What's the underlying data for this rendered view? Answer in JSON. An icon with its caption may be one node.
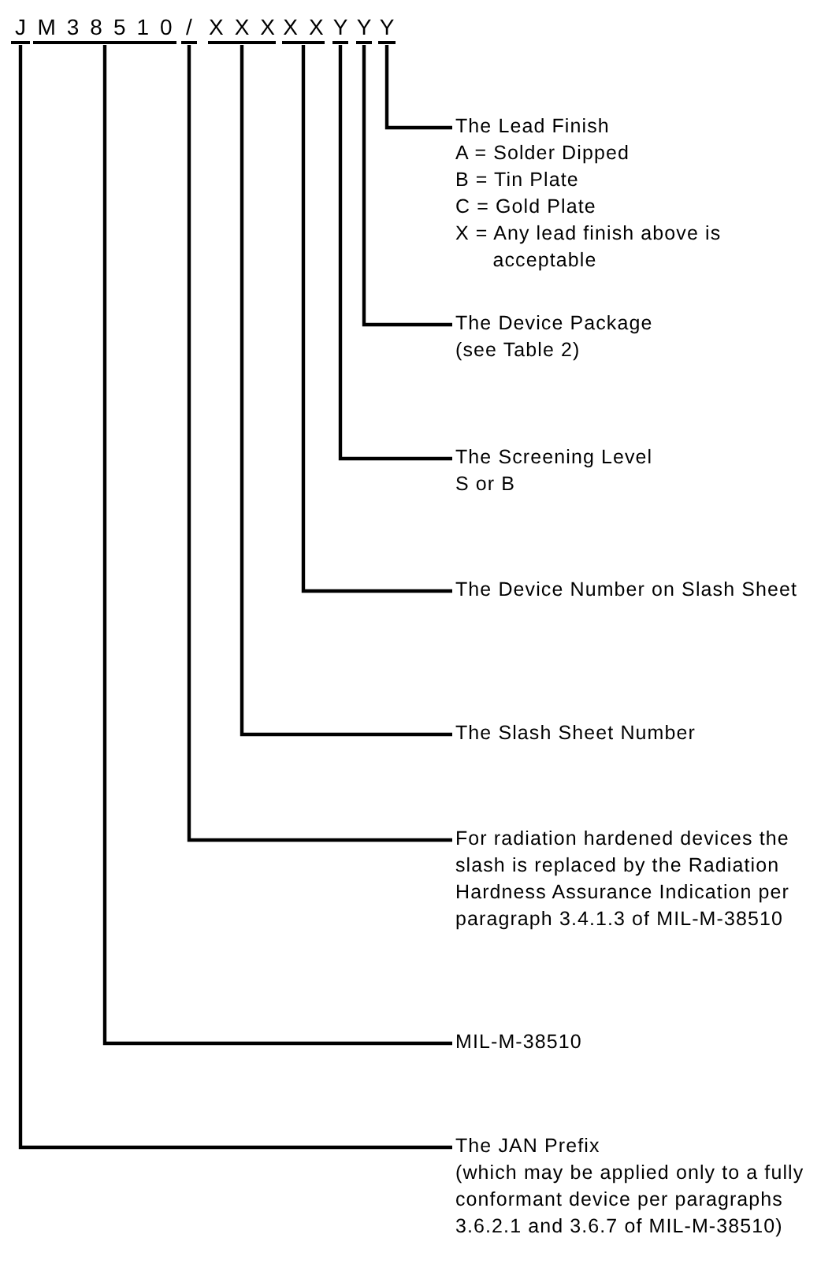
{
  "diagram": {
    "nodes": [
      {
        "text": [
          "J"
        ]
      },
      {
        "text": [
          "M38510"
        ]
      },
      {
        "text": [
          "/"
        ]
      },
      {
        "text": [
          "XXX"
        ]
      },
      {
        "text": [
          "XX"
        ]
      },
      {
        "text": [
          "Y"
        ]
      },
      {
        "text": [
          "Y"
        ]
      },
      {
        "text": [
          "Y"
        ]
      },
      {
        "text": [
          "The Lead Finish",
          "A = Solder Dipped",
          "B = Tin Plate",
          "C = Gold Plate",
          "X = Any lead finish above is acceptable"
        ]
      },
      {
        "text": [
          "The Device Package",
          "(see Table 2)"
        ]
      },
      {
        "text": [
          "The Screening Level",
          "S or B"
        ]
      },
      {
        "text": [
          "The Device Number on Slash Sheet"
        ]
      },
      {
        "text": [
          "The Slash Sheet Number"
        ]
      },
      {
        "text": [
          "For radiation hardened devices the slash is replaced by the Radiation Hardness Assurance Indication per paragraph 3.4.1.3 of MIL-M-38510"
        ]
      },
      {
        "text": [
          "MIL-M-38510"
        ]
      },
      {
        "text": [
          "The JAN Prefix",
          "(which may be applied only to a fully conformant device per paragraphs 3.6.2.1 and 3.6.7 of MIL-M-38510)"
        ]
      }
    ],
    "edges": [
      {
        "from": 7,
        "to": 8,
        "arrow": "none"
      },
      {
        "from": 6,
        "to": 9,
        "arrow": "none"
      },
      {
        "from": 5,
        "to": 10,
        "arrow": "none"
      },
      {
        "from": 4,
        "to": 11,
        "arrow": "none"
      },
      {
        "from": 3,
        "to": 12,
        "arrow": "none"
      },
      {
        "from": 2,
        "to": 13,
        "arrow": "none"
      },
      {
        "from": 1,
        "to": 14,
        "arrow": "none"
      },
      {
        "from": 0,
        "to": 15,
        "arrow": "none"
      }
    ]
  }
}
